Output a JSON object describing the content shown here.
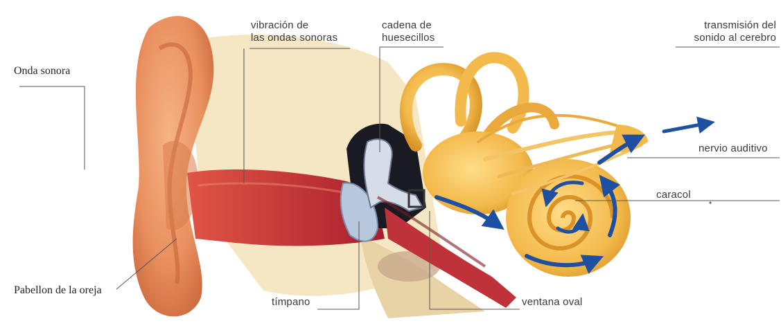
{
  "labels": {
    "onda_sonora": "Onda sonora",
    "pabellon": "Pabellon de la oreja",
    "vibracion_line1": "vibración de",
    "vibracion_line2": "las ondas sonoras",
    "cadena_line1": "cadena de",
    "cadena_line2": "huesecillos",
    "transmision_line1": "transmisión del",
    "transmision_line2": "sonido al cerebro",
    "nervio": "nervio auditivo",
    "caracol": "caracol",
    "timpano": "tímpano",
    "ventana": "ventana oval"
  },
  "colors": {
    "skin": "#e9905e",
    "skin_dark": "#c8643a",
    "canal": "#c9303a",
    "inner_ear": "#f3b94b",
    "inner_ear_dark": "#d99327",
    "bone": "#f3e3b8",
    "arrow": "#1f4fa0",
    "leader": "#555555"
  }
}
